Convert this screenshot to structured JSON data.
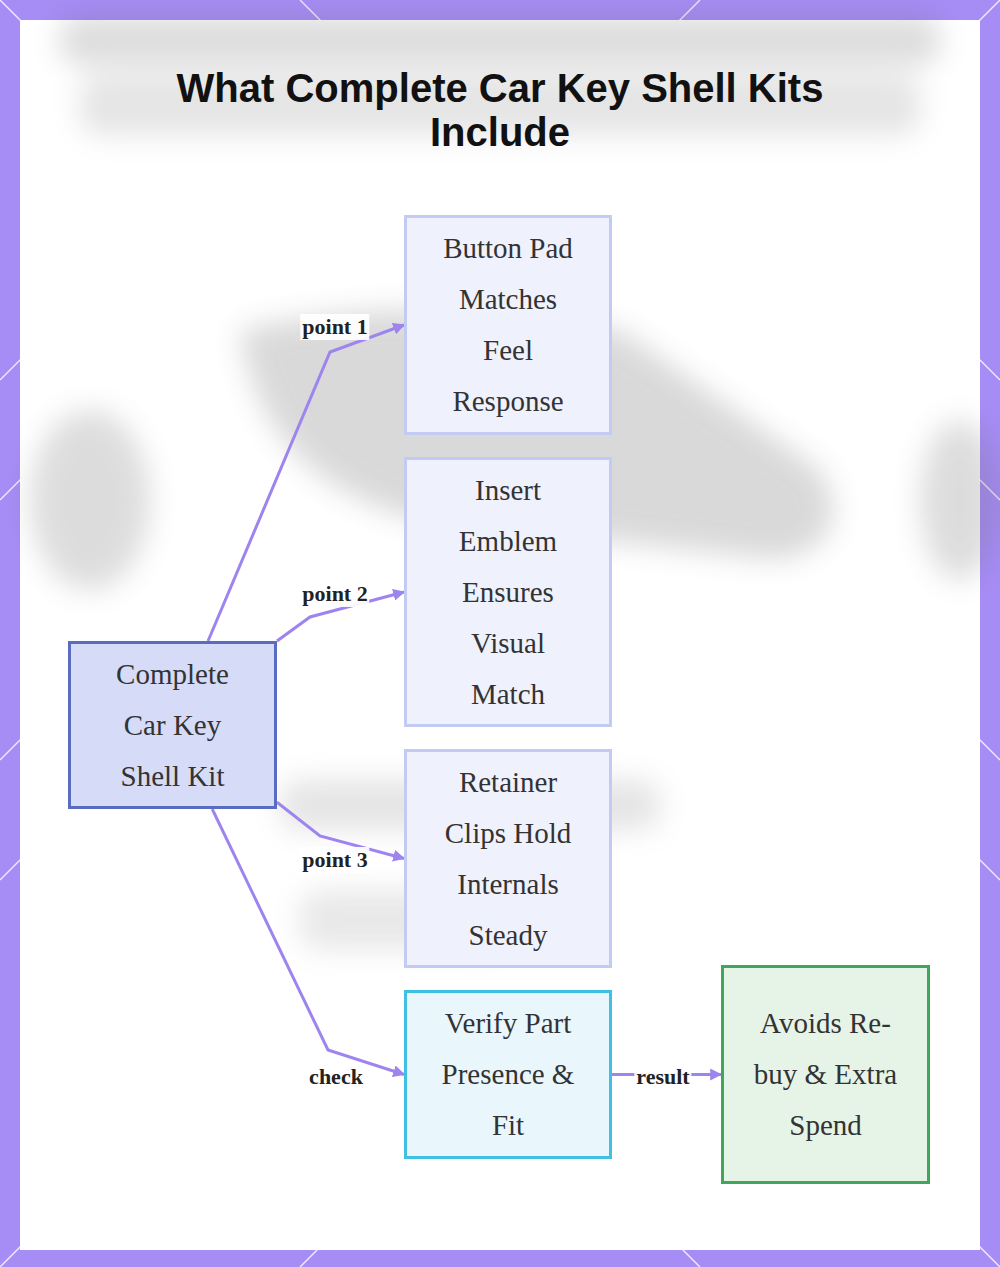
{
  "diagram": {
    "title": "What Complete Car Key Shell Kits Include",
    "nodes": [
      {
        "text": [
          "Complete Car Key Shell Kit"
        ]
      },
      {
        "text": [
          "Button Pad Matches Feel Response"
        ]
      },
      {
        "text": [
          "Insert Emblem Ensures Visual Match"
        ]
      },
      {
        "text": [
          "Retainer Clips Hold Internals Steady"
        ]
      },
      {
        "text": [
          "Verify Part Presence & Fit"
        ]
      },
      {
        "text": [
          "Avoids Re-buy & Extra Spend"
        ]
      }
    ],
    "edges": [
      {
        "from": 0,
        "to": 1,
        "label": "point 1",
        "arrow": "to"
      },
      {
        "from": 0,
        "to": 2,
        "label": "point 2",
        "arrow": "to"
      },
      {
        "from": 0,
        "to": 3,
        "label": "point 3",
        "arrow": "to"
      },
      {
        "from": 0,
        "to": 4,
        "label": "check",
        "arrow": "to"
      },
      {
        "from": 4,
        "to": 5,
        "label": "result",
        "arrow": "to"
      }
    ]
  }
}
